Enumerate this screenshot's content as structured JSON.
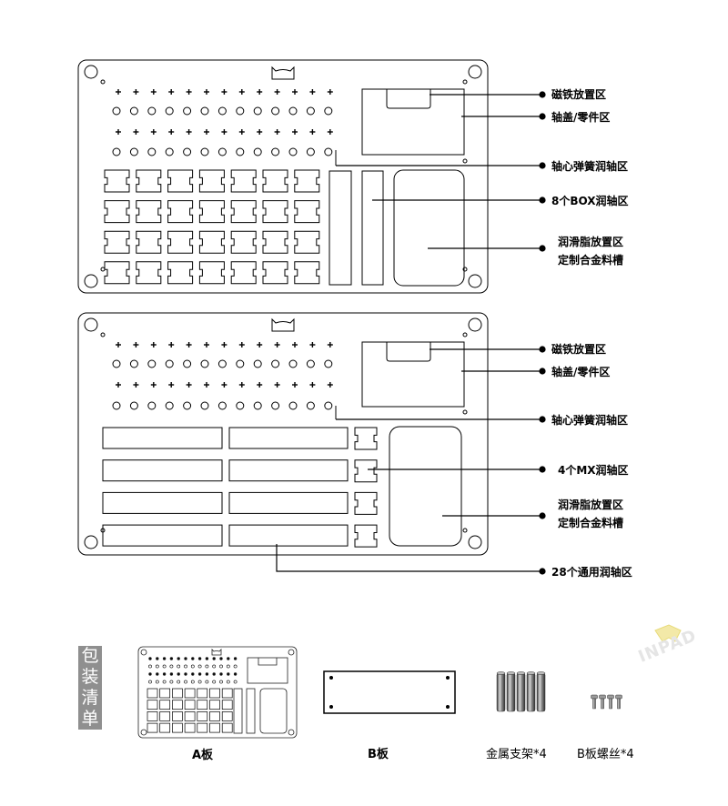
{
  "board_a": {
    "labels": {
      "magnet": "磁铁放置区",
      "cap_parts": "轴盖/零件区",
      "spring": "轴心弹簧润轴区",
      "box": "8个BOX润轴区",
      "grease_line1": "润滑脂放置区",
      "grease_line2": "定制合金料槽"
    }
  },
  "board_b": {
    "labels": {
      "magnet": "磁铁放置区",
      "cap_parts": "轴盖/零件区",
      "spring": "轴心弹簧润轴区",
      "mx": "4个MX润轴区",
      "grease_line1": "润滑脂放置区",
      "grease_line2": "定制合金料槽",
      "general": "28个通用润轴区"
    }
  },
  "packing_list": {
    "title_chars": [
      "包",
      "装",
      "清",
      "单"
    ],
    "items": {
      "a_board": "A板",
      "b_board": "B板",
      "stand": "金属支架*4",
      "screw": "B板螺丝*4"
    }
  },
  "watermark": "INPAD"
}
